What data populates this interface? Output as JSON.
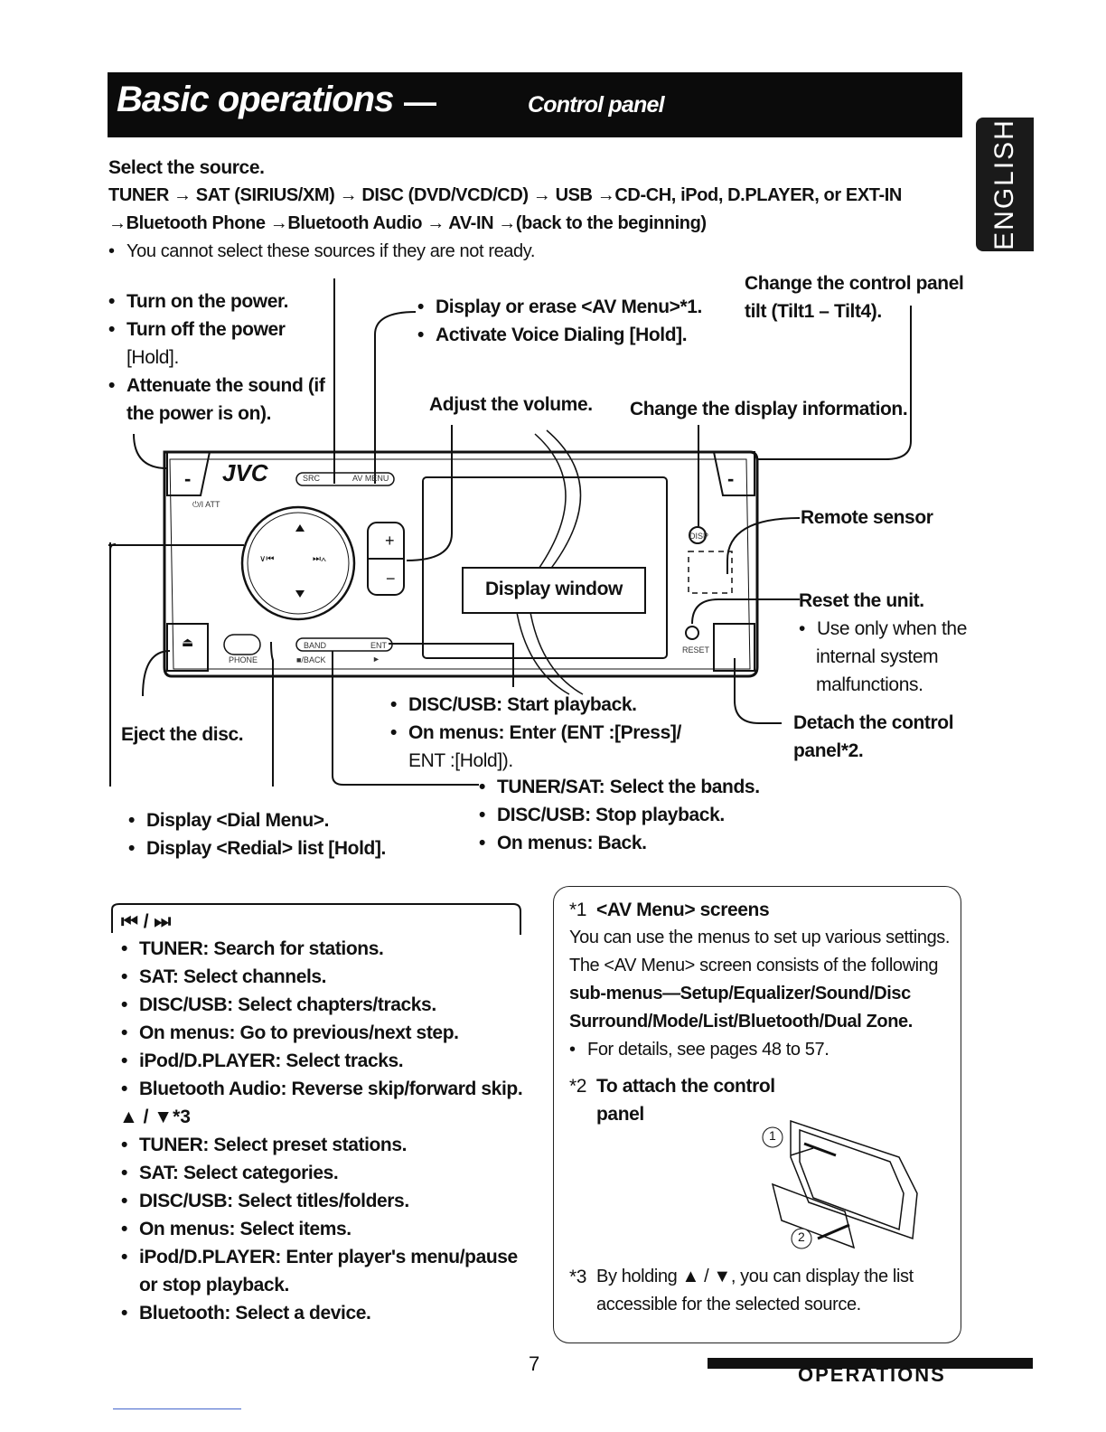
{
  "header": {
    "title": "Basic operations",
    "dash": "—",
    "subtitle": "Control panel"
  },
  "side_tab": {
    "label": "ENGLISH"
  },
  "source": {
    "line1": "Select the source.",
    "line2": "TUNER → SAT (SIRIUS/XM) → DISC (DVD/VCD/CD) → USB →CD-CH, iPod, D.PLAYER, or EXT-IN",
    "line3": "→Bluetooth Phone →Bluetooth Audio → AV-IN →(back to the beginning)",
    "note": "You cannot select these sources if they are not ready."
  },
  "power": {
    "i1": "Turn on the power.",
    "i2": "Turn off the power",
    "i2b": "[Hold].",
    "i3": "Attenuate the sound (if",
    "i3b": "the power is on)."
  },
  "avmenu": {
    "i1": "Display or erase <AV Menu>*1.",
    "i2": "Activate Voice Dialing [Hold]."
  },
  "tilt": {
    "l1": "Change the control panel",
    "l2": "tilt (Tilt1 – Tilt4)."
  },
  "volume": "Adjust the volume.",
  "dispinfo": "Change the display information.",
  "remote": "Remote sensor",
  "reset": {
    "title": "Reset the unit.",
    "n1": "Use only when the",
    "n2": "internal system",
    "n3": "malfunctions."
  },
  "detach": {
    "l1": "Detach the control",
    "l2": "panel*2."
  },
  "eject": "Eject the disc.",
  "display_window": "Display window",
  "device": {
    "brand": "JVC",
    "src": "SRC",
    "avmenu": "AV MENU",
    "band": "BAND",
    "back": "■/BACK",
    "ent": "ENT",
    "play": "►",
    "phone": "PHONE",
    "reset": "RESET",
    "disp": "DISP",
    "att": "⏻/I ATT"
  },
  "ent": {
    "i1": "DISC/USB: Start playback.",
    "i2": "On menus: Enter (ENT :[Press]/",
    "i2b": "ENT :[Hold])."
  },
  "band": {
    "i1": "TUNER/SAT: Select the bands.",
    "i2": "DISC/USB: Stop playback.",
    "i3": "On menus: Back."
  },
  "phone": {
    "i1": "Display <Dial Menu>.",
    "i2": "Display <Redial> list [Hold]."
  },
  "skip": {
    "head": "⏮ / ⏭",
    "items": [
      "TUNER: Search for stations.",
      "SAT: Select channels.",
      "DISC/USB: Select chapters/tracks.",
      "On menus: Go to previous/next step.",
      "iPod/D.PLAYER: Select tracks.",
      "Bluetooth Audio: Reverse skip/forward skip."
    ]
  },
  "updown": {
    "head": "▲ / ▼*3",
    "items": [
      "TUNER: Select preset stations.",
      "SAT: Select categories.",
      "DISC/USB: Select titles/folders.",
      "On menus: Select items.",
      "iPod/D.PLAYER: Enter player's menu/pause",
      "or stop playback.",
      "Bluetooth: Select a device."
    ]
  },
  "notes": {
    "n1_mark": "*1",
    "n1_title": "<AV Menu> screens",
    "n1_l1": "You can use the menus to set up various settings.",
    "n1_l2": "The <AV Menu> screen consists of the following",
    "n1_l3": "sub-menus—Setup/Equalizer/Sound/Disc",
    "n1_l4": "Surround/Mode/List/Bluetooth/Dual Zone.",
    "n1_l5": "For details, see pages 48 to 57.",
    "n2_mark": "*2",
    "n2_title1": "To attach the control",
    "n2_title2": "panel",
    "n3_mark": "*3",
    "n3_l1": "By holding ▲ / ▼, you can display the list",
    "n3_l2": "accessible for the selected source.",
    "step1": "1",
    "step2": "2"
  },
  "footer": {
    "page": "7",
    "section": "OPERATIONS"
  }
}
